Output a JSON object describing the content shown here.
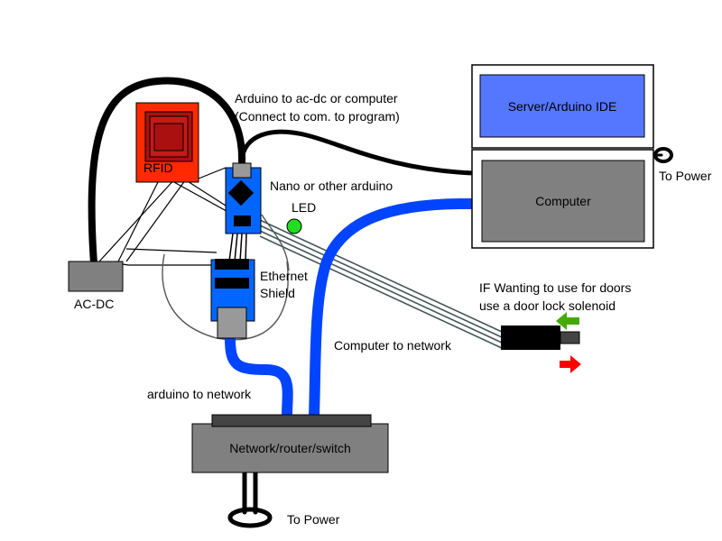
{
  "labels": {
    "arduino_power": "Arduino to ac-dc or computer",
    "arduino_power_note": "(Connect to com. to program)",
    "nano": "Nano or other arduino",
    "led": "LED",
    "rfid": "RFID",
    "ac_dc": "AC-DC",
    "ethernet_line1": "Ethernet",
    "ethernet_line2": "Shield",
    "server_ide": "Server/Arduino IDE",
    "computer": "Computer",
    "computer_power": "To Power",
    "door_line1": "IF Wanting to use for doors",
    "door_line2": "use a door lock solenoid",
    "computer_network": "Computer to network",
    "arduino_network": "arduino to network",
    "router": "Network/router/switch",
    "router_power": "To Power"
  },
  "colors": {
    "rfid": "#ff2a00",
    "rfid_inner": "#c81818",
    "arduino": "#0066ff",
    "network_cable": "#0044ff",
    "server_screen": "#5577ff",
    "device_gray": "#808080",
    "led": "#22dd22",
    "arrow_in": "#44aa00",
    "arrow_out": "#ff0000"
  }
}
